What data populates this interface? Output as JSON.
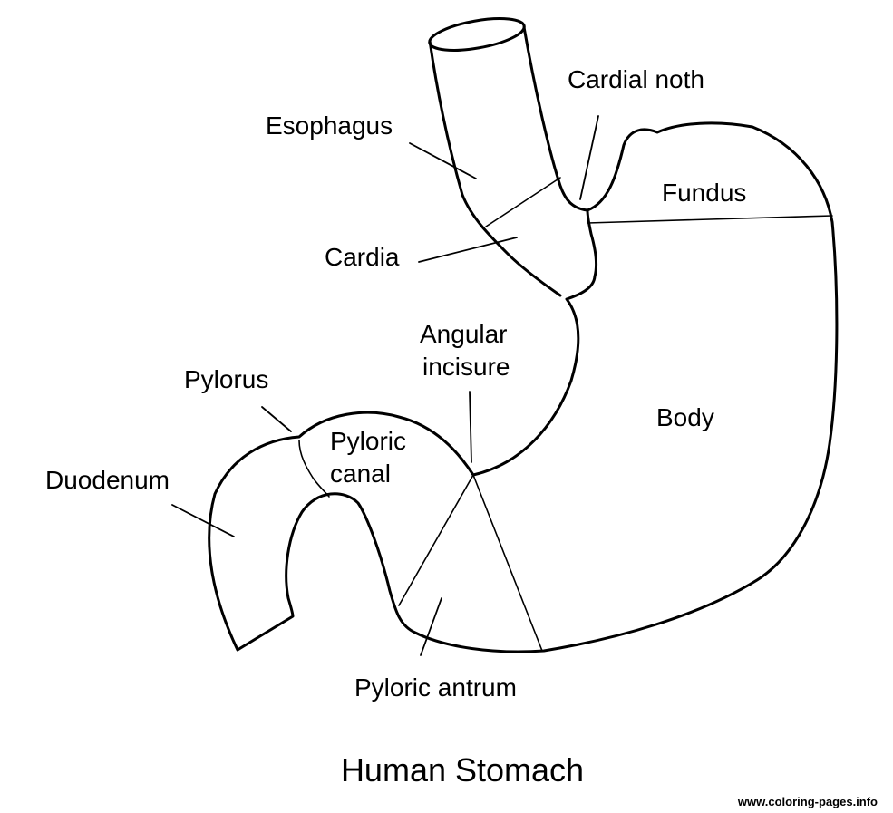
{
  "title": "Human Stomach",
  "labels": {
    "esophagus": "Esophagus",
    "cardial_notch": "Cardial noth",
    "fundus": "Fundus",
    "cardia": "Cardia",
    "angular_incisure": [
      "Angular",
      "incisure"
    ],
    "pylorus": "Pylorus",
    "pyloric_canal": [
      "Pyloric",
      "canal"
    ],
    "body": "Body",
    "duodenum": "Duodenum",
    "pyloric_antrum": "Pyloric antrum"
  },
  "watermark": "www.coloring-pages.info"
}
